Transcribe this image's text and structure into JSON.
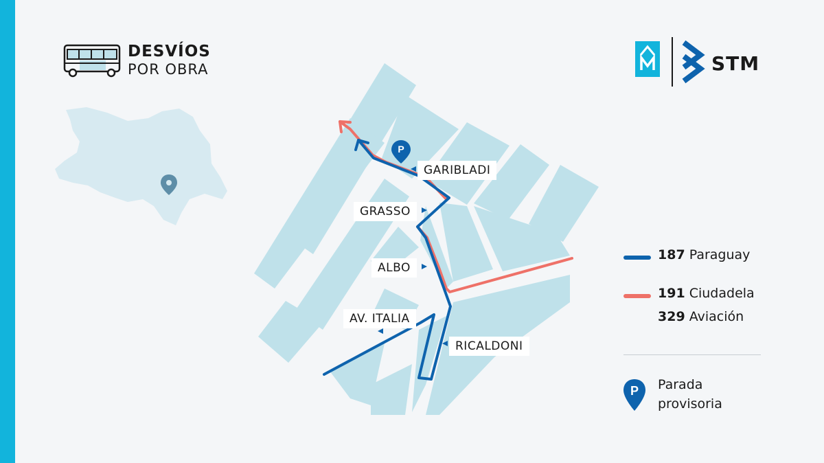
{
  "title": {
    "line1": "DESVÍOS",
    "line2": "POR OBRA"
  },
  "logo": {
    "text": "STM"
  },
  "map": {
    "streets": [
      "GARIBLADI",
      "GRASSO",
      "ALBO",
      "AV. ITALIA",
      "RICALDONI"
    ],
    "stop_icon_letter": "P"
  },
  "legend": {
    "route1": {
      "number": "187",
      "name": "Paraguay",
      "color": "#0e63ad"
    },
    "route2": {
      "number": "191",
      "name": "Ciudadela",
      "color": "#ee7168"
    },
    "route3": {
      "number": "329",
      "name": "Aviación"
    },
    "stop": {
      "letter": "P",
      "line1": "Parada",
      "line2": "provisoria"
    }
  },
  "colors": {
    "accent_bar": "#12b4dc",
    "block": "#bfe1ea",
    "inset_map": "#d7eaf1"
  }
}
